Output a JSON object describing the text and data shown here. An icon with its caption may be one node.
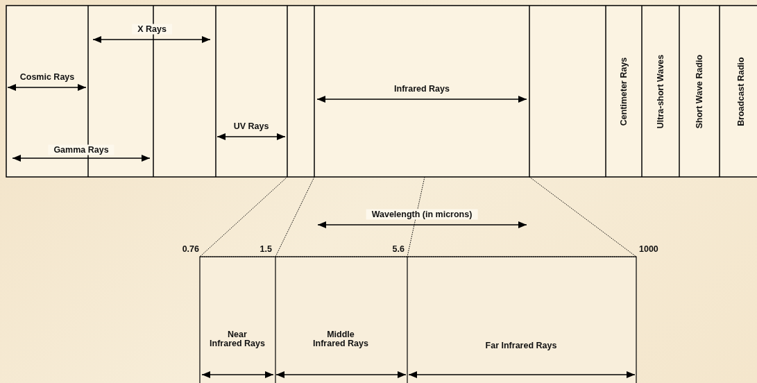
{
  "diagram": {
    "labels": [
      "X Rays",
      "Cosmic Rays",
      "Infrared Rays",
      "Centimeter Rays",
      "Ultra-short Waves",
      "Short Wave Radio",
      "Broadcast Radio",
      "UV Rays",
      "Gamma Rays",
      "Wavelength (in microns)",
      "0.76",
      "1.5",
      "5.6",
      "1000",
      "Near Infrared Rays",
      "Middle Infrared Rays",
      "Far Infrared Rays"
    ]
  }
}
